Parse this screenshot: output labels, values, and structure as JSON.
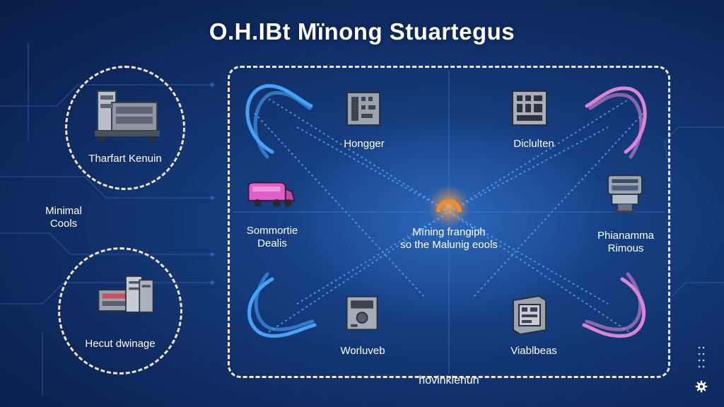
{
  "title": "O.H.IBt Mïnong Stuartegus",
  "left_circles": {
    "top_label": "Tharfart Kenuin",
    "bottom_label": "Hecut dwinage"
  },
  "side_label": {
    "line1": "Minimal",
    "line2": "Cools"
  },
  "panel": {
    "top_left_label": "Hongger",
    "top_right_label": "Diclulten",
    "mid_left_line1": "Sommortie",
    "mid_left_line2": "Dealis",
    "center_line1": "Mïning frangiph",
    "center_line2": "so the Malunig eools",
    "mid_right_line1": "Phianamma",
    "mid_right_line2": "Rimous",
    "bottom_left_label": "Worluveb",
    "bottom_right_label": "Viablbeas"
  },
  "footer_label": "hövinklenun",
  "colors": {
    "dash": "#f1e6c9",
    "blue_arrow": "#4aa8ff",
    "pink_arrow": "#e48ad9",
    "center_glow": "#f28a2e"
  },
  "icons": [
    "server-rack-icon",
    "hardware-box-icon",
    "computer-case-icon",
    "truck-icon",
    "mining-rig-icon",
    "gear-icon",
    "dots-icon"
  ]
}
